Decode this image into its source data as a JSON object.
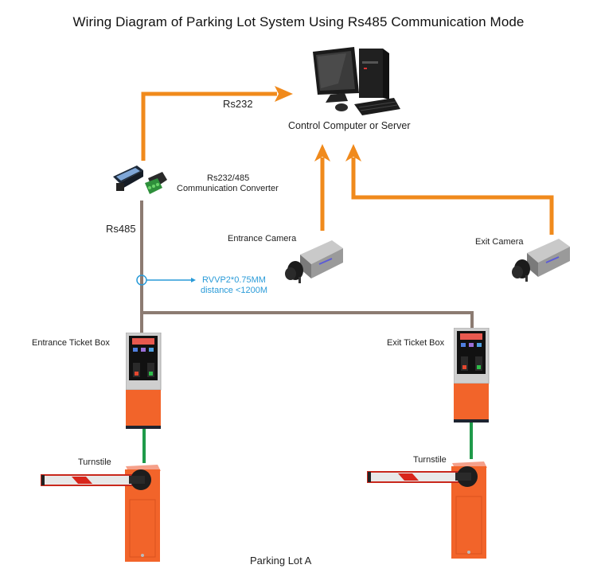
{
  "title": "Wiring Diagram of Parking Lot System Using Rs485 Communication Mode",
  "colors": {
    "rs232_wire": "#f08a1c",
    "rs485_wire": "#8c7b72",
    "signal_wire": "#1f9a4a",
    "annotation": "#2a9bd8",
    "barrier_orange": "#f2642a"
  },
  "nodes": {
    "server": {
      "label": "Control Computer or Server",
      "icon": "desktop-computer-icon"
    },
    "converter": {
      "label_line1": "Rs232/485",
      "label_line2": "Communication Converter",
      "icon": "serial-converter-icon"
    },
    "entrance_camera": {
      "label": "Entrance Camera",
      "icon": "box-camera-icon"
    },
    "exit_camera": {
      "label": "Exit Camera",
      "icon": "box-camera-icon"
    },
    "entrance_ticket_box": {
      "label": "Entrance Ticket Box",
      "icon": "ticket-dispenser-icon"
    },
    "exit_ticket_box": {
      "label": "Exit Ticket Box",
      "icon": "ticket-dispenser-icon"
    },
    "entrance_turnstile": {
      "label": "Turnstile",
      "icon": "barrier-gate-icon"
    },
    "exit_turnstile": {
      "label": "Turnstile",
      "icon": "barrier-gate-icon"
    }
  },
  "links": {
    "rs232": {
      "label": "Rs232"
    },
    "rs485": {
      "label": "Rs485"
    },
    "cable_spec": {
      "line1": "RVVP2*0.75MM",
      "line2": "distance <1200M"
    }
  },
  "footer": {
    "label": "Parking Lot A"
  }
}
